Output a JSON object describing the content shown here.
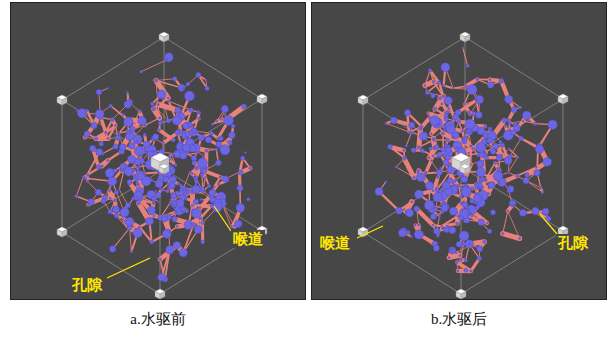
{
  "diagram": {
    "nodes": [
      {
        "text": [
          "a.水驱前"
        ]
      },
      {
        "text": [
          "b.水驱后"
        ]
      }
    ],
    "labels": [
      "喉道",
      "孔隙",
      "喉道",
      "孔隙"
    ]
  }
}
